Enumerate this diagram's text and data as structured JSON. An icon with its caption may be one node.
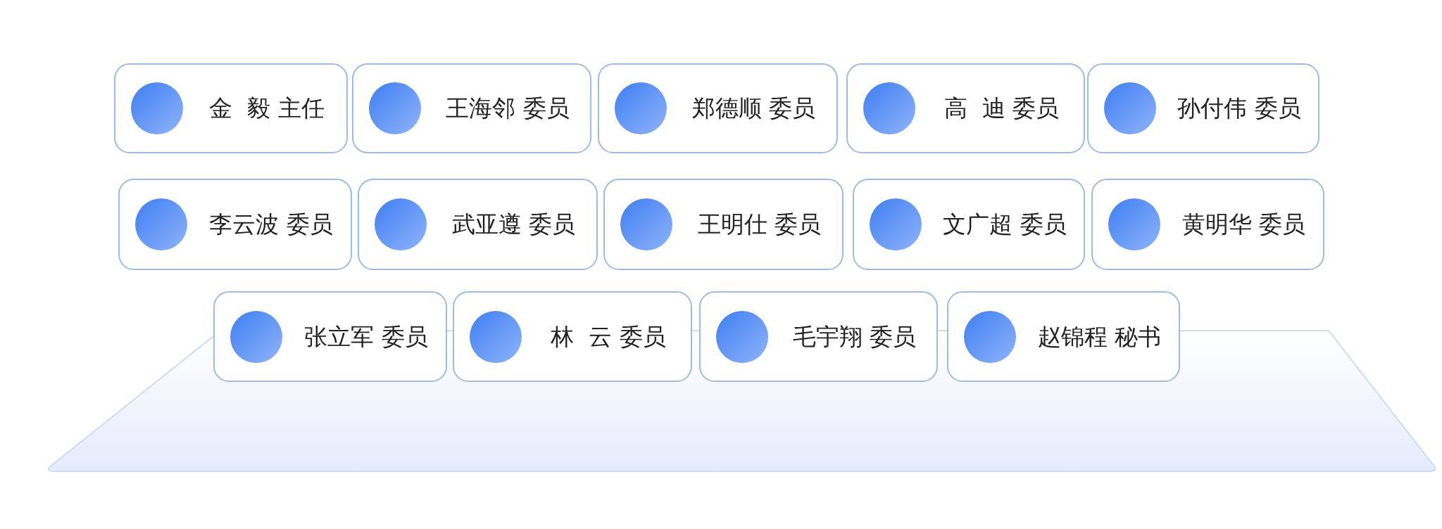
{
  "diagram": {
    "nodes": [
      {
        "text": [
          "金  毅 主任"
        ]
      },
      {
        "text": [
          "王海邻 委员"
        ]
      },
      {
        "text": [
          "郑德顺 委员"
        ]
      },
      {
        "text": [
          "高  迪 委员"
        ]
      },
      {
        "text": [
          "孙付伟 委员"
        ]
      },
      {
        "text": [
          "李云波 委员"
        ]
      },
      {
        "text": [
          "武亚遵 委员"
        ]
      },
      {
        "text": [
          "王明仕 委员"
        ]
      },
      {
        "text": [
          "文广超 委员"
        ]
      },
      {
        "text": [
          "黄明华 委员"
        ]
      },
      {
        "text": [
          "张立军 委员"
        ]
      },
      {
        "text": [
          "林  云 委员"
        ]
      },
      {
        "text": [
          "毛宇翔 委员"
        ]
      },
      {
        "text": [
          "赵锦程 秘书"
        ]
      }
    ]
  }
}
